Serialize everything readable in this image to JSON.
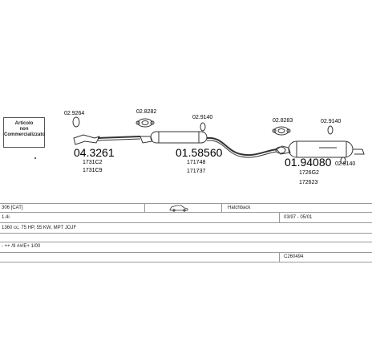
{
  "note": [
    "Articolo",
    "non",
    "Commercializzato"
  ],
  "parts": {
    "main": [
      "04.3261",
      "01.58560",
      "01.94080"
    ],
    "oem": [
      "1731C2",
      "1731C9",
      "171748",
      "171737",
      "1726G2",
      "172623"
    ],
    "clamps": [
      "02.9264",
      "02.8282",
      "02.9140",
      "02.8283",
      "02.9140",
      "02.9140"
    ]
  },
  "table": {
    "row1": {
      "model": "306 [CAT]",
      "body": "Hatchback"
    },
    "row2": {
      "engine": "1.4i",
      "dates": "03/97 - 05/01"
    },
    "row3": {
      "spec": "1360 cc, 75 HP, 55 KW, MPT JOJF"
    },
    "row4": {
      "text": "- ++ /9 ##/E+ 1/00"
    },
    "row5": {
      "code": "C260494"
    }
  }
}
